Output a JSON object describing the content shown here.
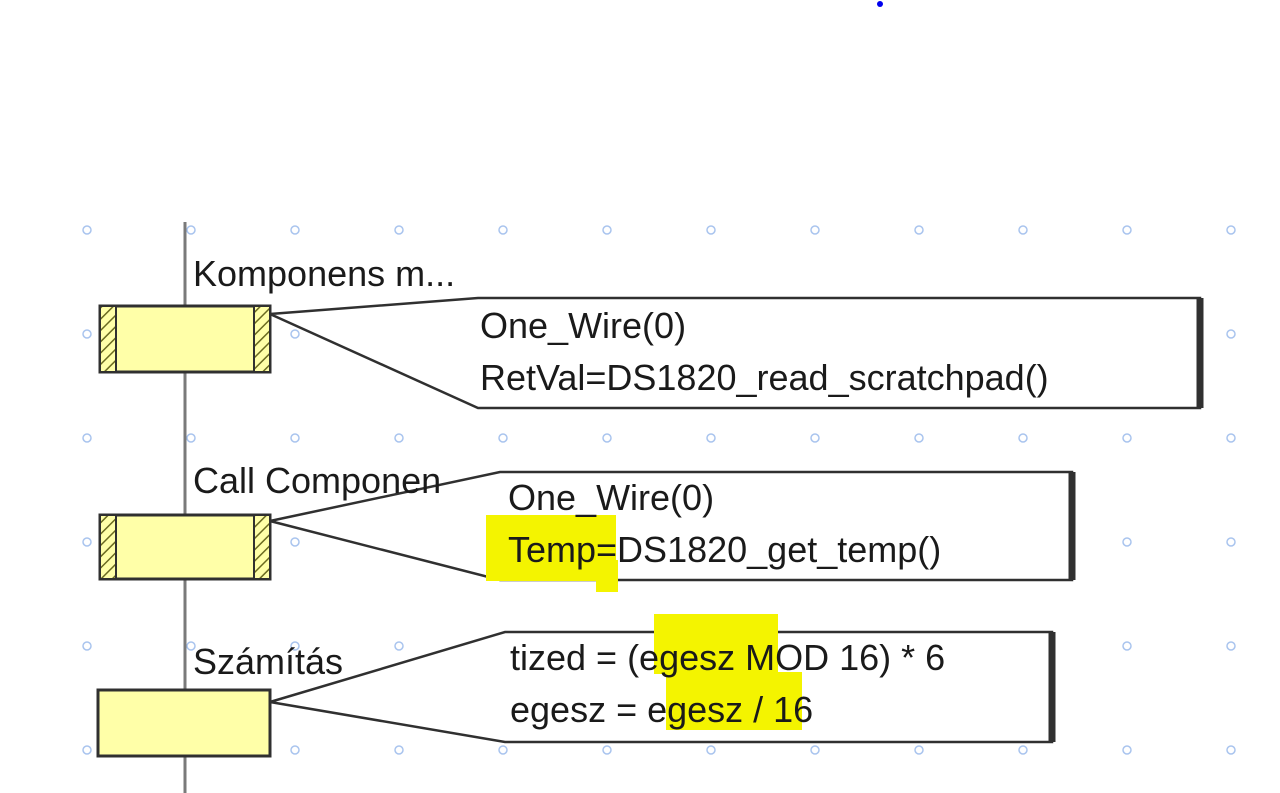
{
  "colors": {
    "block_fill": "#ffffa8",
    "stroke": "#303030",
    "grid_dot": "#a9c4ee",
    "highlight": "#f4f400",
    "top_marker": "#0000ee"
  },
  "steps": [
    {
      "label": "Komponens m...",
      "hatched": true,
      "callout_lines": [
        "One_Wire(0)",
        "RetVal=DS1820_read_scratchpad()"
      ]
    },
    {
      "label": "Call Componen",
      "hatched": true,
      "callout_lines": [
        "One_Wire(0)",
        "Temp=DS1820_get_temp()"
      ]
    },
    {
      "label": "Számítás",
      "hatched": false,
      "callout_lines": [
        "tized = (egesz MOD 16) * 6",
        "egesz = egesz / 16"
      ]
    }
  ]
}
